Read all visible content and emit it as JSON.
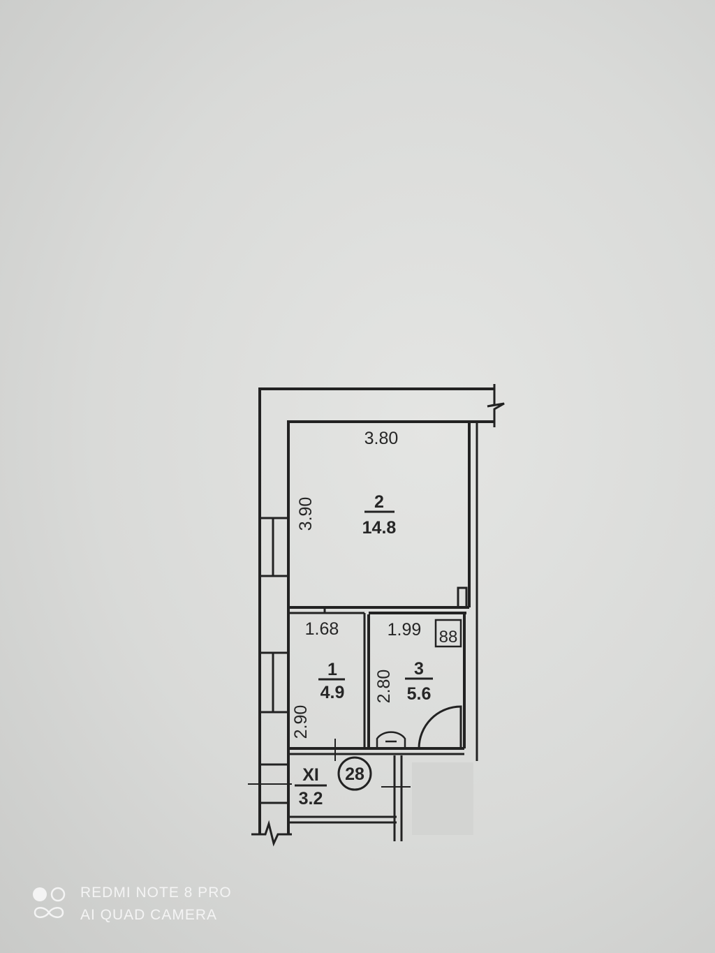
{
  "plan": {
    "rooms": [
      {
        "number": "2",
        "area": "14.8",
        "width": "3.80",
        "length": "3.90"
      },
      {
        "number": "1",
        "area": "4.9",
        "width": "1.68",
        "length": "2.90"
      },
      {
        "number": "3",
        "area": "5.6",
        "width": "1.99",
        "length": "2.80"
      },
      {
        "number": "XI",
        "area": "3.2"
      }
    ],
    "stove_label": "88",
    "apartment_marker": "28"
  },
  "watermark": {
    "line1": "REDMI NOTE 8 PRO",
    "line2": "AI QUAD CAMERA"
  }
}
